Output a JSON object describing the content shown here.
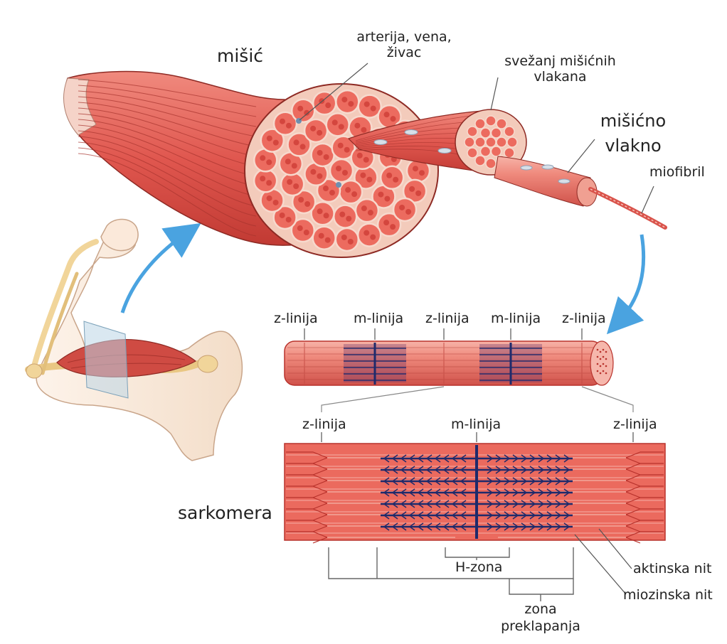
{
  "labels": {
    "misic": "mišić",
    "arterija_line1": "arterija, vena,",
    "arterija_line2": "živac",
    "svezanj_line1": "svežanj mišićnih",
    "svezanj_line2": "vlakana",
    "vlakno_line1": "mišićno",
    "vlakno_line2": "vlakno",
    "miofibril": "miofibril",
    "z_linija": "z-linija",
    "m_linija": "m-linija",
    "sarkomera": "sarkomera",
    "h_zona": "H-zona",
    "aktinska_nit": "aktinska nit",
    "miozinska_nit": "miozinska nit",
    "zona_line1": "zona",
    "zona_line2": "preklapanja"
  },
  "colors": {
    "muscle": "#e0574f",
    "muscle_dark": "#b8322c",
    "muscle_light": "#f5a89c",
    "myosin": "#1f2a6b",
    "arrow": "#4aa3e0",
    "bone": "#f1d59a",
    "skin": "#fbeee1"
  }
}
